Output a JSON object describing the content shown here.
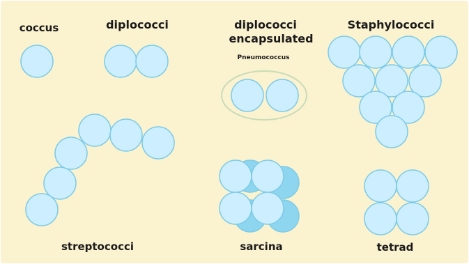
{
  "labels": {
    "coccus": "coccus",
    "diplococci": "diplococci",
    "diplococci_encapsulated_line1": "diplococci",
    "diplococci_encapsulated_line2": "encapsulated",
    "pneumococcus": "Pneumococcus",
    "staphylococci": "Staphylococci",
    "streptococci": "streptococci",
    "sarcina": "sarcina",
    "tetrad": "tetrad"
  },
  "colors": {
    "background": "#fbf2cf",
    "cell_fill": "#cdeeff",
    "cell_stroke": "#7ccbe6",
    "sarcina_back_fill": "#8ed6f0",
    "capsule_stroke": "#c8dcb8",
    "label": "#1a1a1a"
  }
}
